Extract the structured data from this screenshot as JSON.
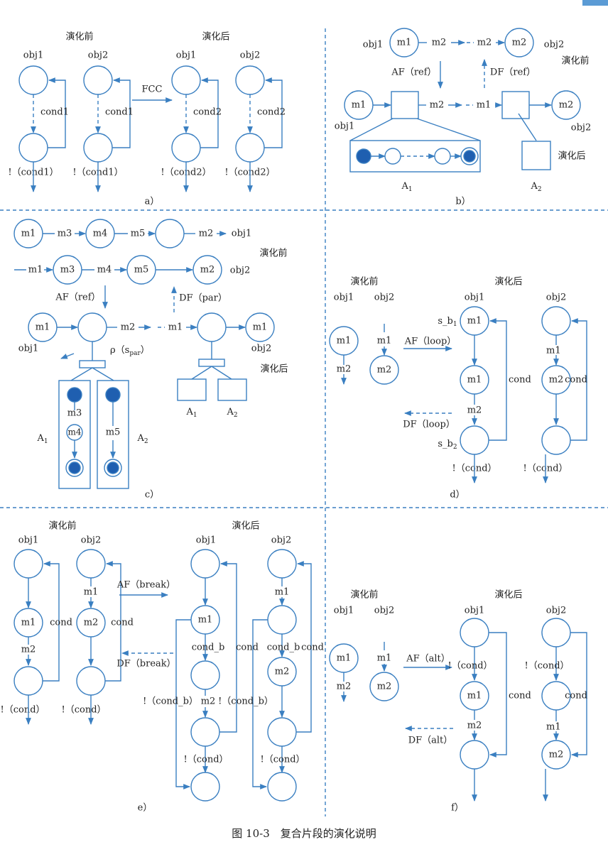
{
  "caption": "图 10-3　复合片段的演化说明",
  "colors": {
    "line": "#3a7fc1",
    "fill": "#1f5fb0",
    "text": "#222222",
    "guide": "#5b9bd5"
  },
  "common": {
    "before": "演化前",
    "after": "演化后",
    "obj1": "obj1",
    "obj2": "obj2",
    "m1": "m1",
    "m2": "m2",
    "m3": "m3",
    "m4": "m4",
    "m5": "m5",
    "cond": "cond",
    "cond1": "cond1",
    "cond2": "cond2",
    "not_cond": "!（cond）",
    "not_cond1": "!（cond1）",
    "not_cond2": "!（cond2）",
    "cond_b": "cond_b",
    "not_cond_b": "!（cond_b）"
  },
  "panel_a": {
    "label": "a）",
    "fcc": "FCC"
  },
  "panel_b": {
    "label": "b）",
    "af": "AF（ref）",
    "df": "DF（ref）",
    "a1": "A",
    "a1_sub": "1",
    "a2": "A",
    "a2_sub": "2"
  },
  "panel_c": {
    "label": "c）",
    "af": "AF（ref）",
    "df": "DF（par）",
    "rho": "ρ（s",
    "rho_sub": "par",
    "rho_end": "）",
    "a1": "A",
    "a1_sub": "1",
    "a2": "A",
    "a2_sub": "2"
  },
  "panel_d": {
    "label": "d）",
    "af": "AF（loop）",
    "df": "DF（loop）",
    "sb": "s_b",
    "sb1_sub": "1",
    "sb2_sub": "2"
  },
  "panel_e": {
    "label": "e）",
    "af": "AF（break）",
    "df": "DF（break）"
  },
  "panel_f": {
    "label": "f）",
    "af": "AF（alt）",
    "df": "DF（alt）"
  }
}
